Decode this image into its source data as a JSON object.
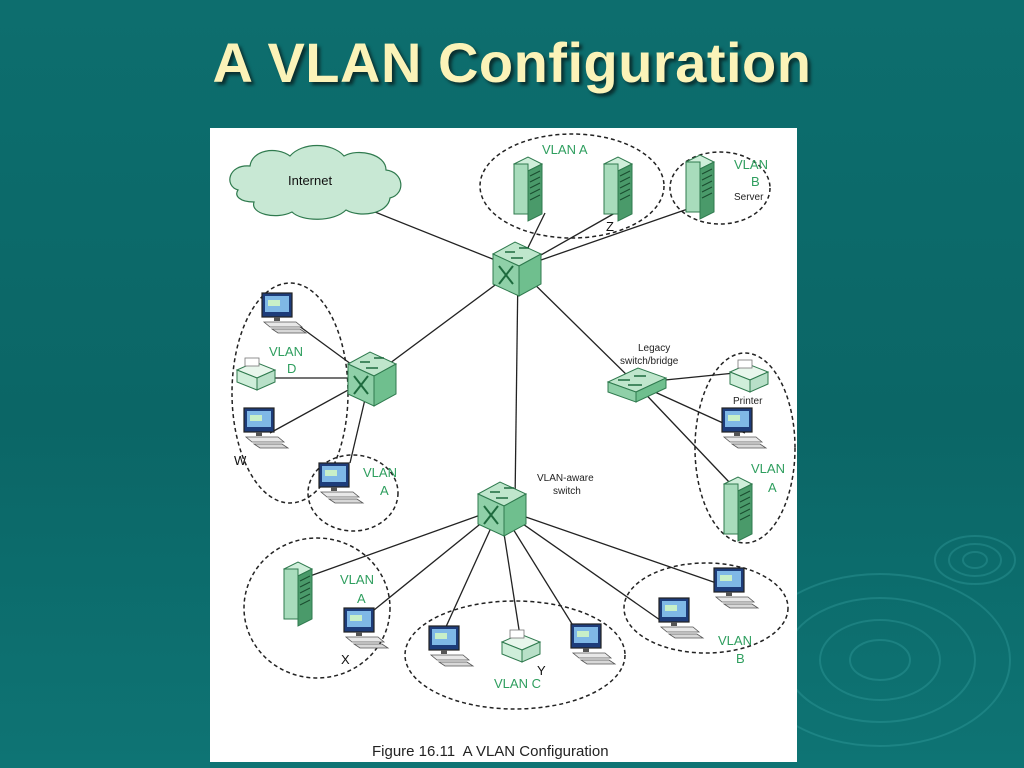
{
  "slide": {
    "title": "A VLAN Configuration"
  },
  "figure": {
    "caption": "Figure 16.11  A VLAN Configuration",
    "internet_label": "Internet",
    "legacy_switch_label": [
      "Legacy",
      "switch/bridge"
    ],
    "vlan_aware_switch_label": [
      "VLAN-aware",
      "switch"
    ],
    "server_label": "Server",
    "printer_label": "Printer",
    "vlan_labels": {
      "top_a": "VLAN A",
      "top_b": [
        "VLAN",
        "B"
      ],
      "left_d": [
        "VLAN",
        "D"
      ],
      "left_a": [
        "VLAN",
        "A"
      ],
      "right_a": [
        "VLAN",
        "A"
      ],
      "bottom_left_a": [
        "VLAN",
        "A"
      ],
      "bottom_c": "VLAN C",
      "bottom_right_b": [
        "VLAN",
        "B"
      ]
    },
    "node_letters": {
      "z": "Z",
      "w": "W",
      "x": "X",
      "y": "Y"
    }
  },
  "colors": {
    "background": "#0b6868",
    "title": "#fbf3b8",
    "device_green": "#7fc79c",
    "label_green": "#2e9e5e"
  }
}
